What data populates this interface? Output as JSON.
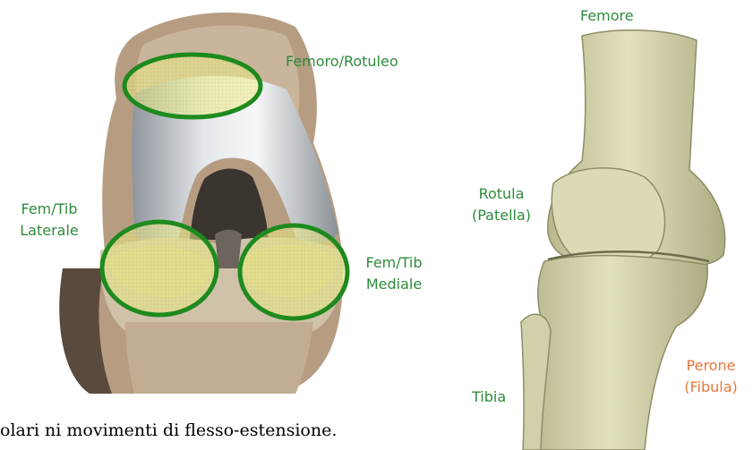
{
  "colors": {
    "label_green": "#2e8a3c",
    "label_orange": "#e8763c",
    "ring_green": "#1e8a1e",
    "bone": "#d9d8b3",
    "cartilage": "#c4c8cc"
  },
  "labels": {
    "femoro_rotuleo": "Femoro/Rotuleo",
    "fem_tib_laterale_1": "Fem/Tib",
    "fem_tib_laterale_2": "Laterale",
    "fem_tib_mediale_1": "Fem/Tib",
    "fem_tib_mediale_2": "Mediale",
    "femore": "Femore",
    "rotula_1": "Rotula",
    "rotula_2": "(Patella)",
    "tibia": "Tibia",
    "perone_1": "Perone",
    "perone_2": "(Fibula)"
  },
  "caption": "olari ni movimenti di flesso-estensione."
}
